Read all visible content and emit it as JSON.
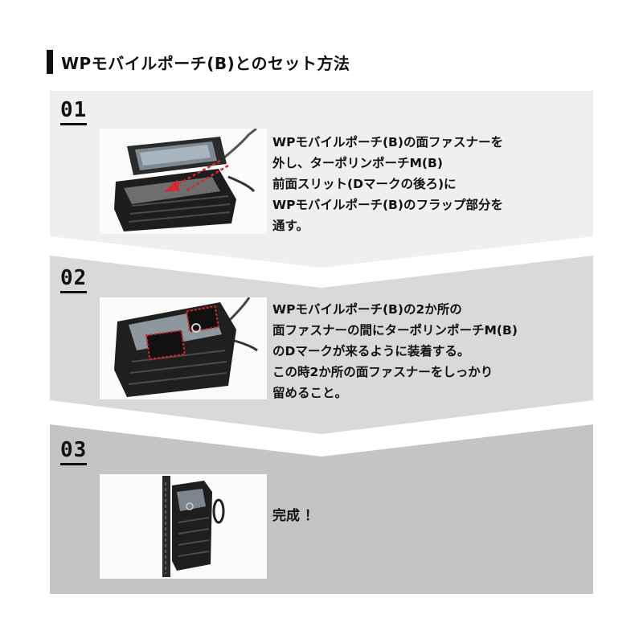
{
  "header": {
    "title": "WPモバイルポーチ(B)とのセット方法"
  },
  "steps": [
    {
      "number": "01",
      "lines": [
        "WPモバイルポーチ(B)の面ファスナーを",
        "外し、ターポリンポーチM(B)",
        "前面スリット(Dマークの後ろ)に",
        "WPモバイルポーチ(B)のフラップ部分を",
        "通す。"
      ]
    },
    {
      "number": "02",
      "lines": [
        "WPモバイルポーチ(B)の2か所の",
        "面ファスナーの間にターポリンポーチM(B)",
        "のDマークが来るように装着する。",
        "この時2か所の面ファスナーをしっかり",
        "留めること。"
      ]
    },
    {
      "number": "03",
      "lines": [
        "完成 ！"
      ]
    }
  ],
  "colors": {
    "panel_1": "#efefef",
    "panel_2": "#d9d9d9",
    "panel_3": "#c4c4c4",
    "text": "#111111",
    "accent_arrow": "#d8262b"
  }
}
